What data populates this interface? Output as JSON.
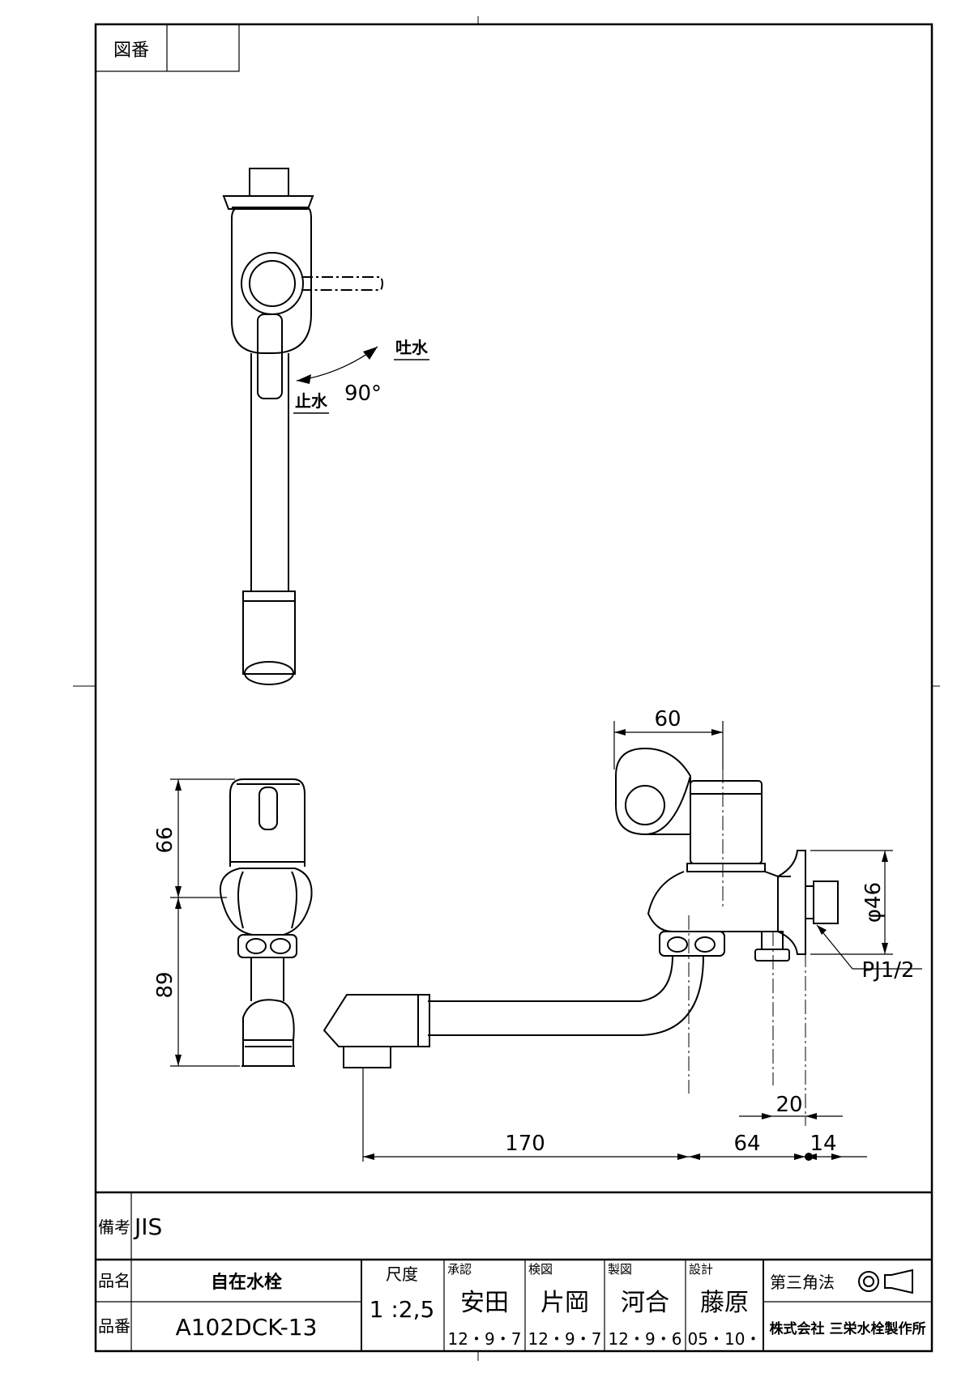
{
  "drawing_no_label": "図番",
  "drawing_no_value": "",
  "top_view": {
    "spout_label": "吐水",
    "stop_label": "止水",
    "angle": "90°"
  },
  "dimensions": {
    "d60": "60",
    "d66": "66",
    "d89": "89",
    "d170": "170",
    "d64": "64",
    "d14": "14",
    "d20": "20",
    "diam46": "φ46",
    "thread": "PJ1/2"
  },
  "title_block": {
    "remarks_label": "備考",
    "remarks_value": "JIS",
    "name_label": "品名",
    "name_value": "自在水栓",
    "number_label": "品番",
    "number_value": "A102DCK-13",
    "scale_label": "尺度",
    "scale_value": "1 :2,5",
    "approve_label": "承認",
    "approve_name": "安田",
    "approve_date": "12・9・7",
    "check_label": "検図",
    "check_name": "片岡",
    "check_date": "12・9・7",
    "draw_label": "製図",
    "draw_name": "河合",
    "draw_date": "12・9・6",
    "design_label": "設計",
    "design_name": "藤原",
    "design_date": "05・10・",
    "projection_label": "第三角法",
    "company": "株式会社 三栄水栓製作所"
  }
}
